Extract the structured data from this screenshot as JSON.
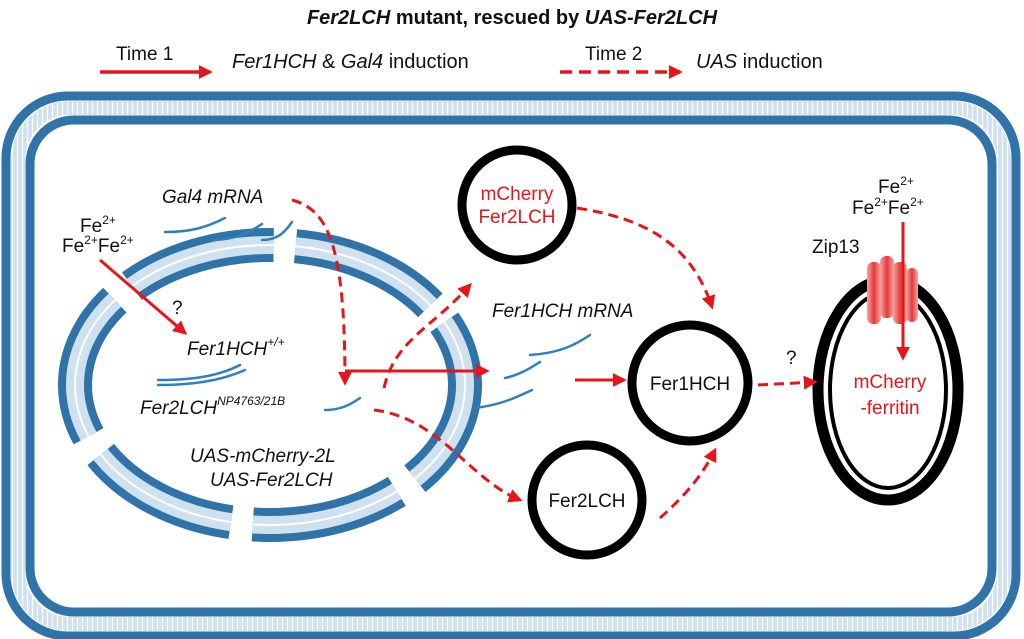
{
  "title": {
    "part1": "Fer2LCH",
    "part2": " mutant, rescued by ",
    "part3": "UAS-Fer2LCH"
  },
  "legend": {
    "time1_label": "Time 1",
    "time1_desc_a": "Fer1HCH",
    "time1_desc_b": " & ",
    "time1_desc_c": "Gal4",
    "time1_desc_d": " induction",
    "time2_label": "Time 2",
    "time2_desc_a": "UAS",
    "time2_desc_b": " induction"
  },
  "labels": {
    "gal4_mrna": "Gal4 mRNA",
    "fer1hch_mrna": "Fer1HCH mRNA",
    "fe_left_top": "Fe",
    "fe_left_bottom_a": "Fe",
    "fe_left_bottom_b": "Fe",
    "fe_right_top": "Fe",
    "fe_right_bottom_a": "Fe",
    "fe_right_bottom_b": "Fe",
    "charge": "2+",
    "question": "?",
    "zip13": "Zip13",
    "gene_fer1hch": "Fer1HCH",
    "gene_fer1hch_sup": "+/+",
    "gene_fer2lch": "Fer2LCH",
    "gene_fer2lch_sup": "NP4763/21B",
    "uas_mcherry": "UAS-mCherry-2L",
    "uas_fer2lch": "UAS-Fer2LCH"
  },
  "circles": {
    "mcherry_fer2lch_line1": "mCherry",
    "mcherry_fer2lch_line2": "Fer2LCH",
    "fer1hch": "Fer1HCH",
    "fer2lch": "Fer2LCH",
    "mcherry_ferritin_line1": "mCherry",
    "mcherry_ferritin_line2": "-ferritin"
  },
  "colors": {
    "arrow_red": "#e4161b",
    "membrane_blue": "#2f73a8",
    "mrna_blue": "#2f7fc0"
  }
}
